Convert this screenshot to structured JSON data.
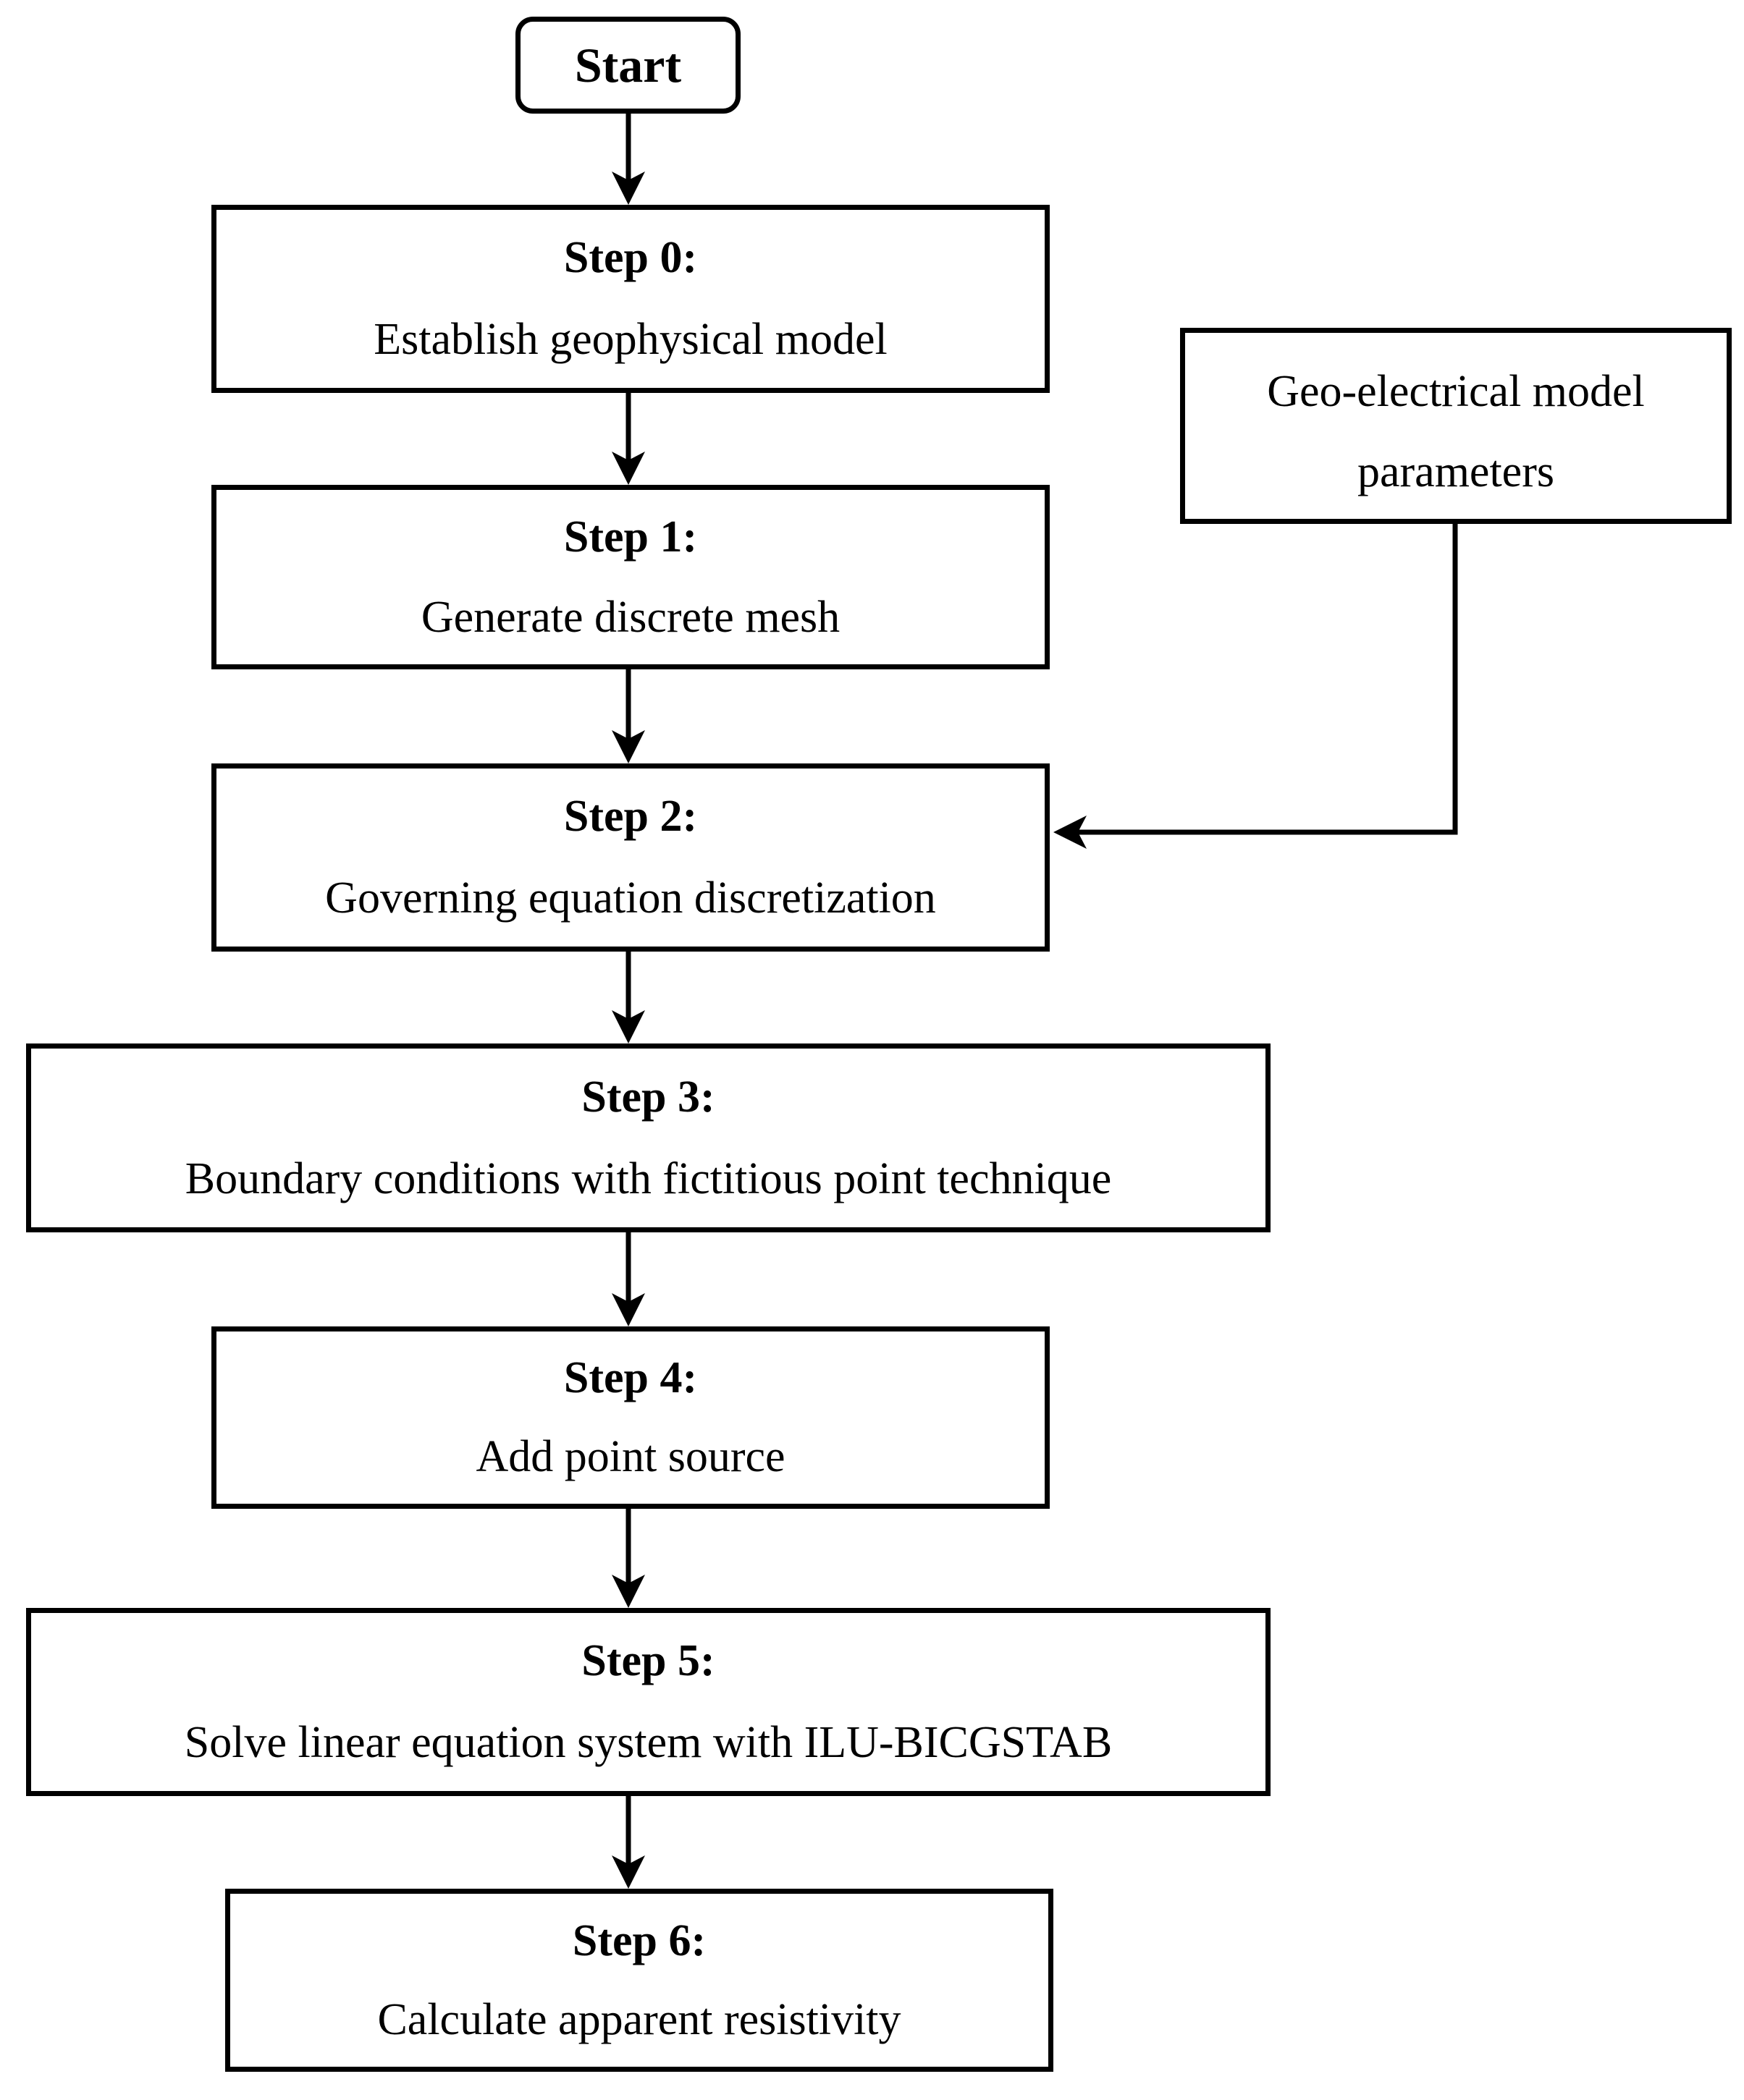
{
  "diagram": {
    "kind": "flowchart",
    "colors": {
      "ink": "#000000",
      "background": "#ffffff"
    },
    "nodes": {
      "start": {
        "label": "Start"
      },
      "step0": {
        "title": "Step 0:",
        "body": "Establish geophysical model"
      },
      "step1": {
        "title": "Step 1:",
        "body": "Generate discrete mesh"
      },
      "step2": {
        "title": "Step 2:",
        "body": "Governing equation discretization"
      },
      "step3": {
        "title": "Step 3:",
        "body": "Boundary conditions with fictitious point technique"
      },
      "step4": {
        "title": "Step 4:",
        "body": "Add point source"
      },
      "step5": {
        "title": "Step 5:",
        "body": "Solve linear equation system with ILU-BICGSTAB"
      },
      "step6": {
        "title": "Step 6:",
        "body": "Calculate apparent resistivity"
      },
      "geo": {
        "line1": "Geo-electrical model",
        "line2": "parameters"
      }
    },
    "edges": [
      {
        "from": "start",
        "to": "step0"
      },
      {
        "from": "step0",
        "to": "step1"
      },
      {
        "from": "step1",
        "to": "step2"
      },
      {
        "from": "step2",
        "to": "step3"
      },
      {
        "from": "step3",
        "to": "step4"
      },
      {
        "from": "step4",
        "to": "step5"
      },
      {
        "from": "step5",
        "to": "step6"
      },
      {
        "from": "geo",
        "to": "step2"
      }
    ]
  }
}
